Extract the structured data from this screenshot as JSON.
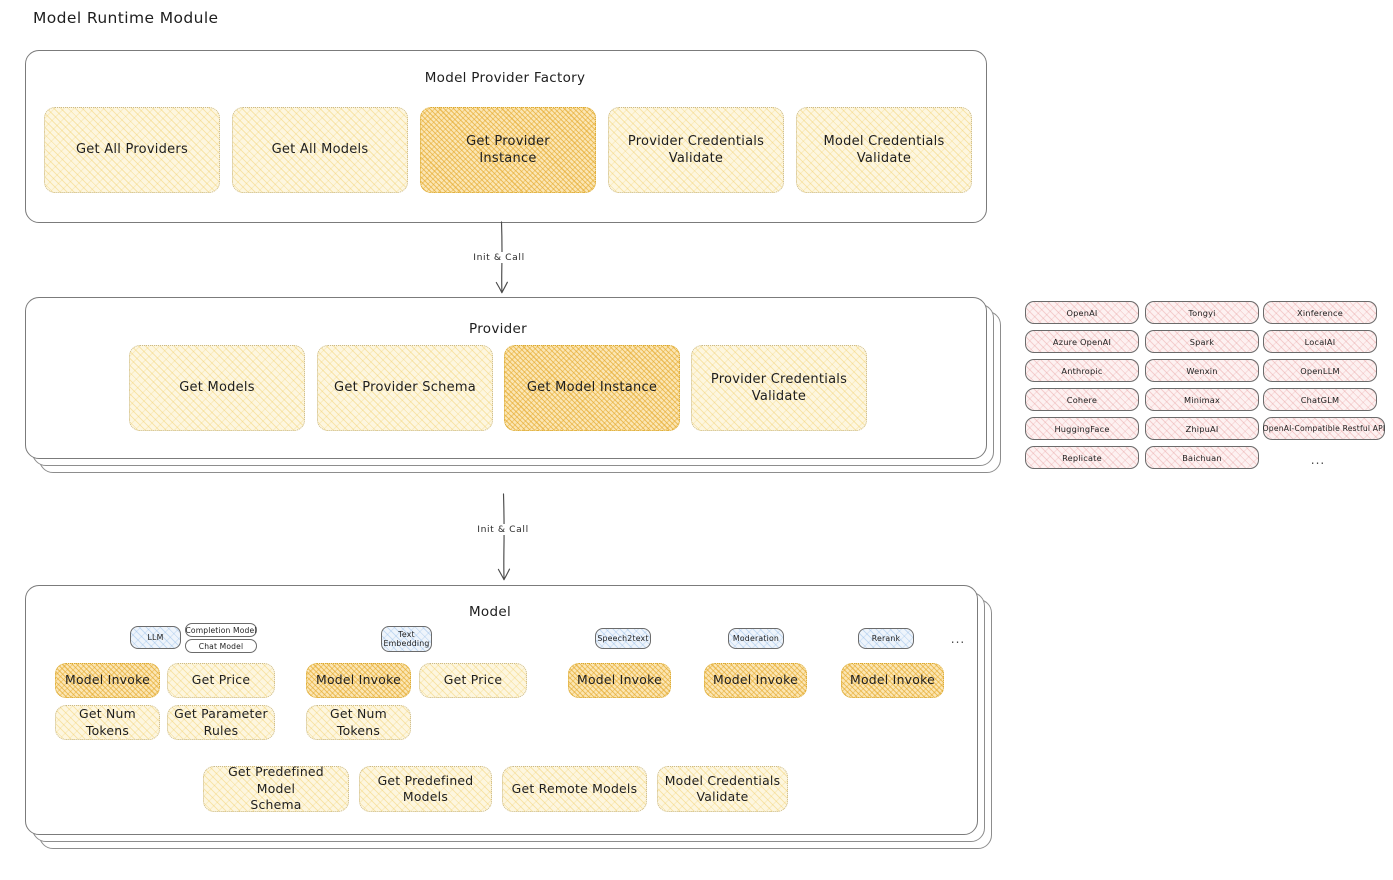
{
  "page": {
    "title": "Model Runtime Module"
  },
  "layers": {
    "factory": {
      "title": "Model Provider Factory",
      "nodes": [
        {
          "label": "Get All Providers",
          "highlight": false
        },
        {
          "label": "Get All Models",
          "highlight": false
        },
        {
          "label": "Get Provider\nInstance",
          "highlight": true
        },
        {
          "label": "Provider Credentials\nValidate",
          "highlight": false
        },
        {
          "label": "Model Credentials\nValidate",
          "highlight": false
        }
      ]
    },
    "provider": {
      "title": "Provider",
      "nodes": [
        {
          "label": "Get Models",
          "highlight": false
        },
        {
          "label": "Get Provider Schema",
          "highlight": false
        },
        {
          "label": "Get Model Instance",
          "highlight": true
        },
        {
          "label": "Provider Credentials\nValidate",
          "highlight": false
        }
      ]
    },
    "model": {
      "title": "Model",
      "types": [
        {
          "badge": "LLM",
          "subtags": [
            "Completion Model",
            "Chat Model"
          ],
          "nodes": [
            {
              "label": "Model Invoke",
              "highlight": true
            },
            {
              "label": "Get Price",
              "highlight": false
            },
            {
              "label": "Get Num Tokens",
              "highlight": false
            },
            {
              "label": "Get Parameter\nRules",
              "highlight": false
            }
          ]
        },
        {
          "badge": "Text\nEmbedding",
          "subtags": [],
          "nodes": [
            {
              "label": "Model Invoke",
              "highlight": true
            },
            {
              "label": "Get Price",
              "highlight": false
            },
            {
              "label": "Get Num Tokens",
              "highlight": false
            }
          ]
        },
        {
          "badge": "Speech2text",
          "subtags": [],
          "nodes": [
            {
              "label": "Model Invoke",
              "highlight": true
            }
          ]
        },
        {
          "badge": "Moderation",
          "subtags": [],
          "nodes": [
            {
              "label": "Model Invoke",
              "highlight": true
            }
          ]
        },
        {
          "badge": "Rerank",
          "subtags": [],
          "nodes": [
            {
              "label": "Model Invoke",
              "highlight": true
            }
          ]
        }
      ],
      "more": "...",
      "shared_nodes": [
        {
          "label": "Get Predefined Model\nSchema",
          "highlight": false
        },
        {
          "label": "Get Predefined\nModels",
          "highlight": false
        },
        {
          "label": "Get Remote Models",
          "highlight": false
        },
        {
          "label": "Model Credentials\nValidate",
          "highlight": false
        }
      ]
    }
  },
  "arrows": [
    {
      "label": "Init & Call"
    },
    {
      "label": "Init & Call"
    }
  ],
  "provider_list": {
    "columns": [
      {
        "items": [
          "OpenAI",
          "Azure OpenAI",
          "Anthropic",
          "Cohere",
          "HuggingFace",
          "Replicate"
        ]
      },
      {
        "items": [
          "Tongyi",
          "Spark",
          "Wenxin",
          "Minimax",
          "ZhipuAI",
          "Baichuan"
        ]
      },
      {
        "items": [
          "Xinference",
          "LocalAI",
          "OpenLLM",
          "ChatGLM",
          "OpenAI-Compatible Restful API"
        ]
      }
    ],
    "more": "..."
  },
  "colors": {
    "node_fill": "#fdf6df",
    "node_highlight_fill": "#fbe6b4",
    "chip_fill": "#fdf1f1",
    "badge_fill": "#eef4fb",
    "stroke": "#7b7b7b",
    "text": "#1e1e1e"
  }
}
